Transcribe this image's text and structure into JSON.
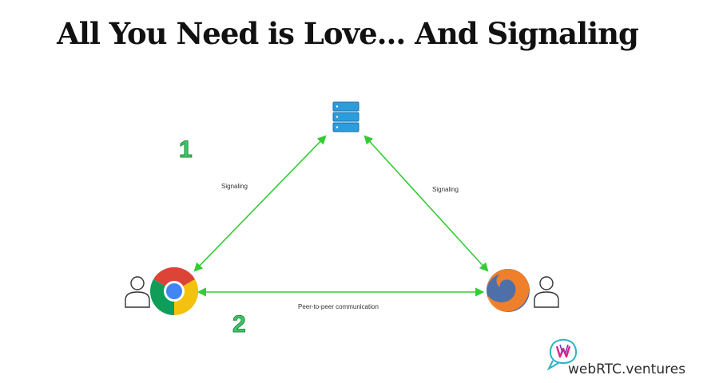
{
  "title": "All You Need is Love... And Signaling",
  "diagram": {
    "colors": {
      "arrow": "#33cc33",
      "step_number_fill": "#3fc76a",
      "step_number_stroke": "#1e8a3c",
      "server": "#2d9cdb"
    },
    "nodes": {
      "server": {
        "icon": "server-icon"
      },
      "left_user": {
        "icon": "user-icon",
        "browser": "chrome-icon"
      },
      "right_user": {
        "icon": "user-icon",
        "browser": "firefox-icon"
      }
    },
    "edges": [
      {
        "from": "left_user",
        "to": "server",
        "label": "Signaling"
      },
      {
        "from": "right_user",
        "to": "server",
        "label": "Signaling"
      },
      {
        "from": "left_user",
        "to": "right_user",
        "label": "Peer-to-peer communication"
      }
    ],
    "steps": [
      "1",
      "2"
    ]
  },
  "logo": {
    "text": "webRTC.ventures",
    "icon": "webrtc-ventures-logo-icon"
  }
}
